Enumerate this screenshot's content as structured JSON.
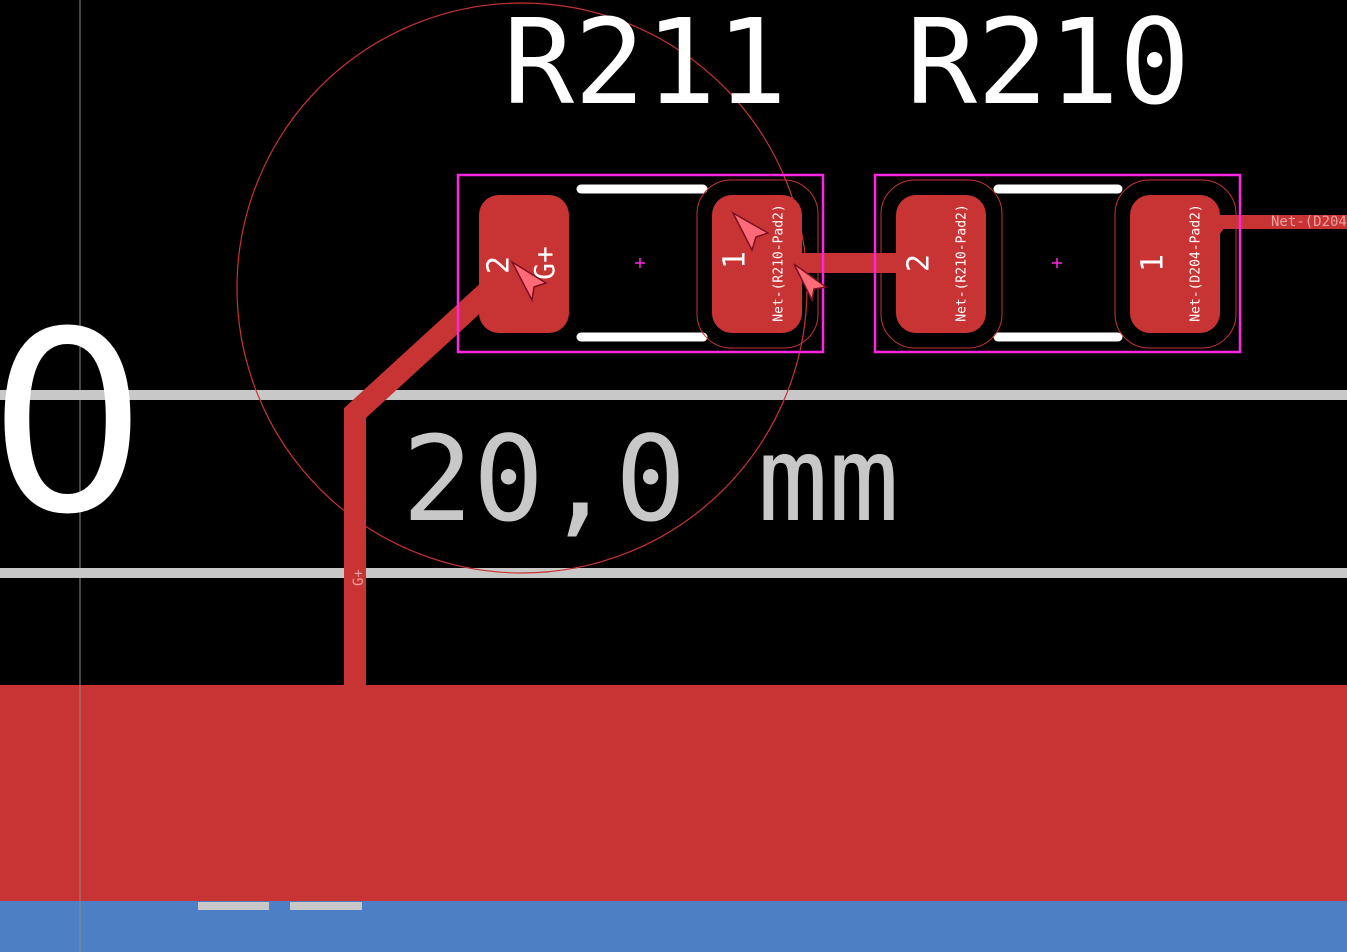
{
  "board": {
    "background": "#000000",
    "copper_front_color": "#c83434",
    "copper_back_color": "#4d7fc4",
    "courtyard_color": "#ff26e2",
    "silkscreen_color": "#ffffff",
    "dimension_color": "#c8c8c8",
    "edge_cut_color": "#d0d0d0",
    "ratsnest_color": "#ff5c6e"
  },
  "components": [
    {
      "reference": "R211",
      "pads": [
        {
          "number": "2",
          "net": "G+"
        },
        {
          "number": "1",
          "net": "Net-(R210-Pad2)"
        }
      ]
    },
    {
      "reference": "R210",
      "pads": [
        {
          "number": "2",
          "net": "Net-(R210-Pad2)"
        },
        {
          "number": "1",
          "net": "Net-(D204-Pad2)"
        }
      ]
    }
  ],
  "dimension": {
    "label": "20,0 mm"
  },
  "left_partial_ref": "0",
  "tracks": [
    {
      "net_label": "G+"
    },
    {
      "net_label": "Net-(D204"
    }
  ]
}
